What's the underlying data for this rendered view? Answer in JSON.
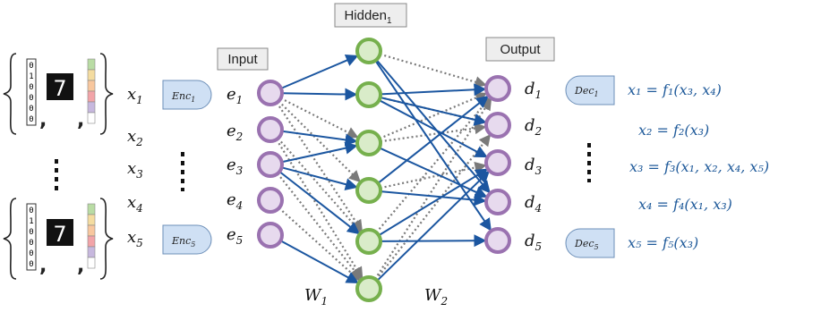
{
  "labels": {
    "hidden": "Hidden",
    "hidden_sub": "1",
    "input": "Input",
    "output": "Output",
    "w1": "W",
    "w1_sub": "1",
    "w2": "W",
    "w2_sub": "2"
  },
  "encoders": [
    {
      "name": "Enc",
      "sub": "1"
    },
    {
      "name": "Enc",
      "sub": "5"
    }
  ],
  "decoders": [
    {
      "name": "Dec",
      "sub": "1"
    },
    {
      "name": "Dec",
      "sub": "5"
    }
  ],
  "x_vars": [
    {
      "base": "x",
      "sub": "1"
    },
    {
      "base": "x",
      "sub": "2"
    },
    {
      "base": "x",
      "sub": "3"
    },
    {
      "base": "x",
      "sub": "4"
    },
    {
      "base": "x",
      "sub": "5"
    }
  ],
  "e_vars": [
    {
      "base": "e",
      "sub": "1"
    },
    {
      "base": "e",
      "sub": "2"
    },
    {
      "base": "e",
      "sub": "3"
    },
    {
      "base": "e",
      "sub": "4"
    },
    {
      "base": "e",
      "sub": "5"
    }
  ],
  "d_vars": [
    {
      "base": "d",
      "sub": "1"
    },
    {
      "base": "d",
      "sub": "2"
    },
    {
      "base": "d",
      "sub": "3"
    },
    {
      "base": "d",
      "sub": "4"
    },
    {
      "base": "d",
      "sub": "5"
    }
  ],
  "equations": [
    "x₁ = f₁(x₃, x₄)",
    "x₂ = f₂(x₃)",
    "x₃ = f₃(x₁, x₂, x₄, x₅)",
    "x₄ = f₄(x₁, x₃)",
    "x₅ = f₅(x₃)"
  ],
  "mnist_digit": "7",
  "binary_vector": [
    "0",
    "1",
    "0",
    "0",
    "0",
    "0"
  ],
  "colors": {
    "input_node": "#9a72b0",
    "input_fill": "#e7daee",
    "hidden_node": "#76b04d",
    "hidden_fill": "#d9ecc9",
    "solid_edge": "#1b56a0",
    "dotted_edge": "#7a7a7a",
    "enc_fill": "#cfe0f4",
    "equation_text": "#1f5a9a"
  }
}
